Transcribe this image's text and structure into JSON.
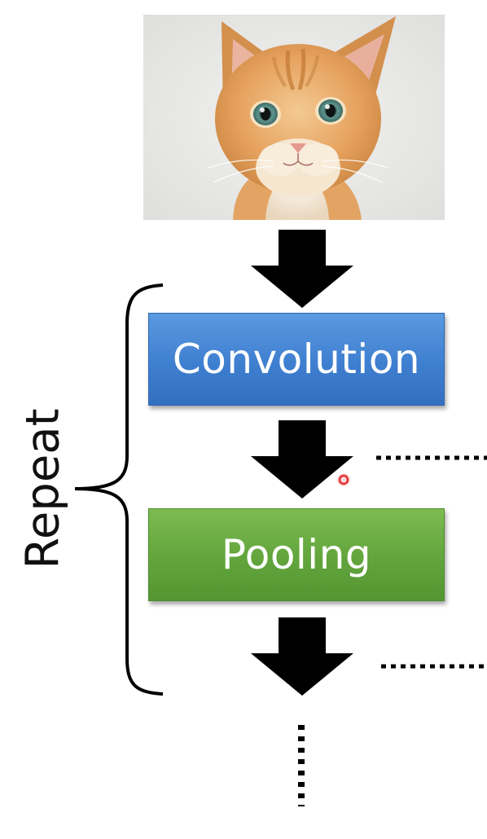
{
  "diagram": {
    "input_image": "cat-photo",
    "steps": [
      {
        "label": "Convolution",
        "color": "#4a8cd8"
      },
      {
        "label": "Pooling",
        "color": "#6aab42"
      }
    ],
    "group_label": "Repeat",
    "continuation": "dotted-vertical",
    "cursor_color": "#e53030"
  }
}
